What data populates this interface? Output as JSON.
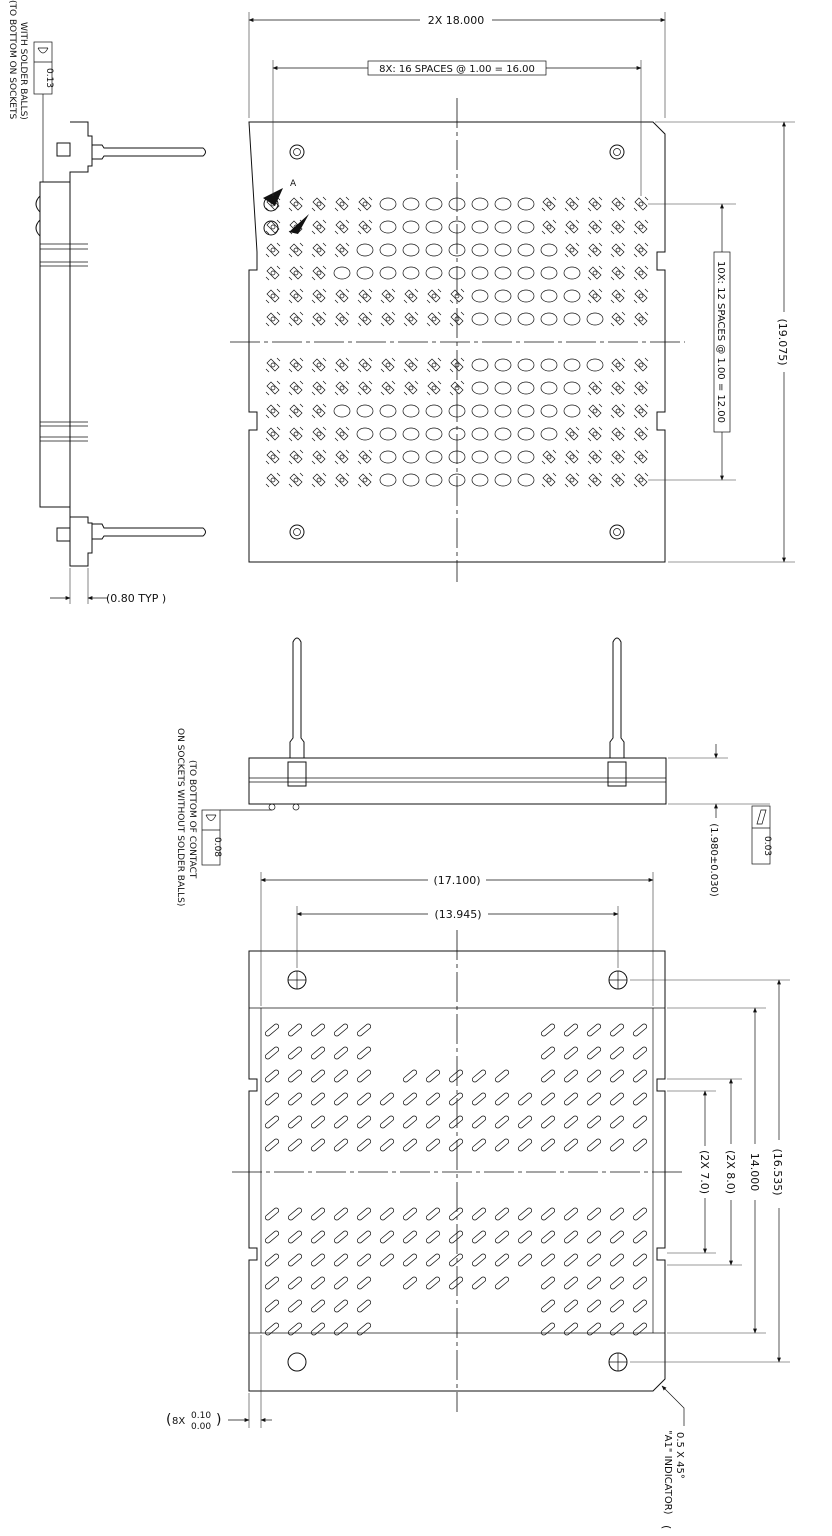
{
  "dims": {
    "top_width": "2X 18.000",
    "top_pitch_x": "8X: 16 SPACES @ 1.00 = 16.00",
    "top_height": "(19.075)",
    "top_pitch_y": "10X: 12 SPACES @ 1.00 = 12.00",
    "pin_label_a": "A",
    "side_gap": "(0.80 TYP )",
    "flatness_top": "0.13",
    "flatness_top_note": [
      "(TO BOTTOM ON SOCKETS",
      "WITH SOLDER BALLS)"
    ],
    "flatness_front": "0.08",
    "flatness_front_note": [
      "(TO BOTTOM OF CONTACT",
      "ON SOCKETS WITHOUT SOLDER BALLS)"
    ],
    "thickness": "(1.980±0.030)",
    "parallelism": "0.03",
    "bottom_width": "(17.100)",
    "hole_spacing": "(13.945)",
    "bottom_height": "(16.535)",
    "inner_14": "14.000",
    "inner_8": "(2X 8.0)",
    "inner_7": "(2X 7.0)",
    "tol_prefix": "8X",
    "tol_upper": "0.10",
    "tol_lower": "0.00",
    "chamfer": "0.5 X 45°",
    "chamfer_note": "\"A1\" INDICATOR)"
  }
}
